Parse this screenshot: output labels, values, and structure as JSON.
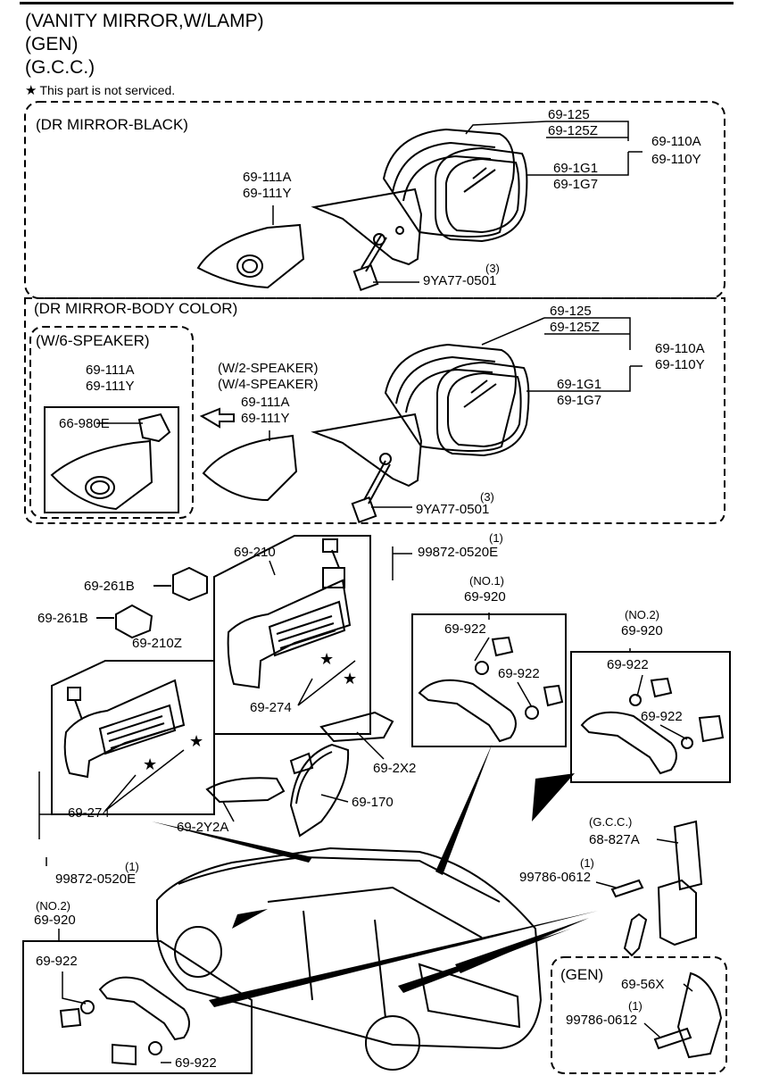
{
  "header": {
    "line1": "(VANITY MIRROR,W/LAMP)",
    "line2": "(GEN)",
    "line3": "(G.C.C.)",
    "note": "This part is not serviced.",
    "note_icon": "star-icon"
  },
  "sections": {
    "black": "(DR MIRROR-BLACK)",
    "body_color": "(DR MIRROR-BODY COLOR)",
    "w6": "(W/6-SPEAKER)",
    "gen": "(GEN)"
  },
  "labels": {
    "p69_125_a": "69-125",
    "p69_125z_a": "69-125Z",
    "p69_110a_a": "69-110A",
    "p69_110y_a": "69-110Y",
    "p69_1g1_a": "69-1G1",
    "p69_1g7_a": "69-1G7",
    "p69_111a_a": "69-111A",
    "p69_111y_a": "69-111Y",
    "q3_a": "(3)",
    "bolt_a": "9YA77-0501",
    "p69_125_b": "69-125",
    "p69_125z_b": "69-125Z",
    "p69_110a_b": "69-110A",
    "p69_110y_b": "69-110Y",
    "p69_1g1_b": "69-1G1",
    "p69_1g7_b": "69-1G7",
    "p69_111a_b": "69-111A",
    "p69_111y_b": "69-111Y",
    "p66_980e": "66-980E",
    "w2": "(W/2-SPEAKER)",
    "w4": "(W/4-SPEAKER)",
    "p69_111a_c": "69-111A",
    "p69_111y_c": "69-111Y",
    "q3_b": "(3)",
    "bolt_b": "9YA77-0501",
    "p69_210": "69-210",
    "q1_a": "(1)",
    "screw_a": "99872-0520E",
    "p69_261b_1": "69-261B",
    "p69_261b_2": "69-261B",
    "p69_210z": "69-210Z",
    "p69_274_a": "69-274",
    "p69_274_b": "69-274",
    "no1": "(NO.1)",
    "p69_920_a": "69-920",
    "p69_922_a": "69-922",
    "p69_922_b": "69-922",
    "no2_a": "(NO.2)",
    "p69_920_b": "69-920",
    "p69_922_c": "69-922",
    "p69_922_d": "69-922",
    "p69_2x2": "69-2X2",
    "p69_170": "69-170",
    "p69_2y2a": "69-2Y2A",
    "gcc": "(G.C.C.)",
    "p68_827a": "68-827A",
    "q1_b": "(1)",
    "p99786_a": "99786-0612",
    "q1_c": "(1)",
    "screw_b": "99872-0520E",
    "no2_b": "(NO.2)",
    "p69_920_c": "69-920",
    "p69_922_e": "69-922",
    "p69_922_f": "69-922",
    "p69_56x": "69-56X",
    "q1_d": "(1)",
    "p99786_b": "99786-0612"
  }
}
